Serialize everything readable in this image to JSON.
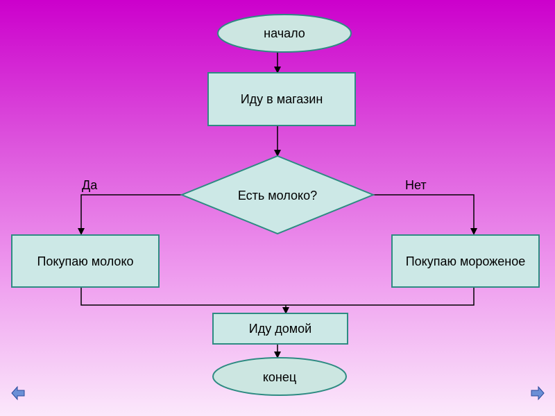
{
  "flowchart": {
    "start": "начало",
    "step_go_store": "Иду в магазин",
    "decision": "Есть молоко?",
    "branch_yes": "Да",
    "branch_no": "Нет",
    "buy_milk": "Покупаю молоко",
    "buy_icecream": "Покупаю мороженое",
    "step_go_home": "Иду домой",
    "end": "конец"
  },
  "colors": {
    "terminator_fill": "#cce6e1",
    "process_fill": "#cce8e6",
    "stroke": "#2e8b82",
    "arrow": "#000000"
  },
  "nav": {
    "prev_icon": "arrow-left-icon",
    "next_icon": "arrow-right-icon"
  }
}
